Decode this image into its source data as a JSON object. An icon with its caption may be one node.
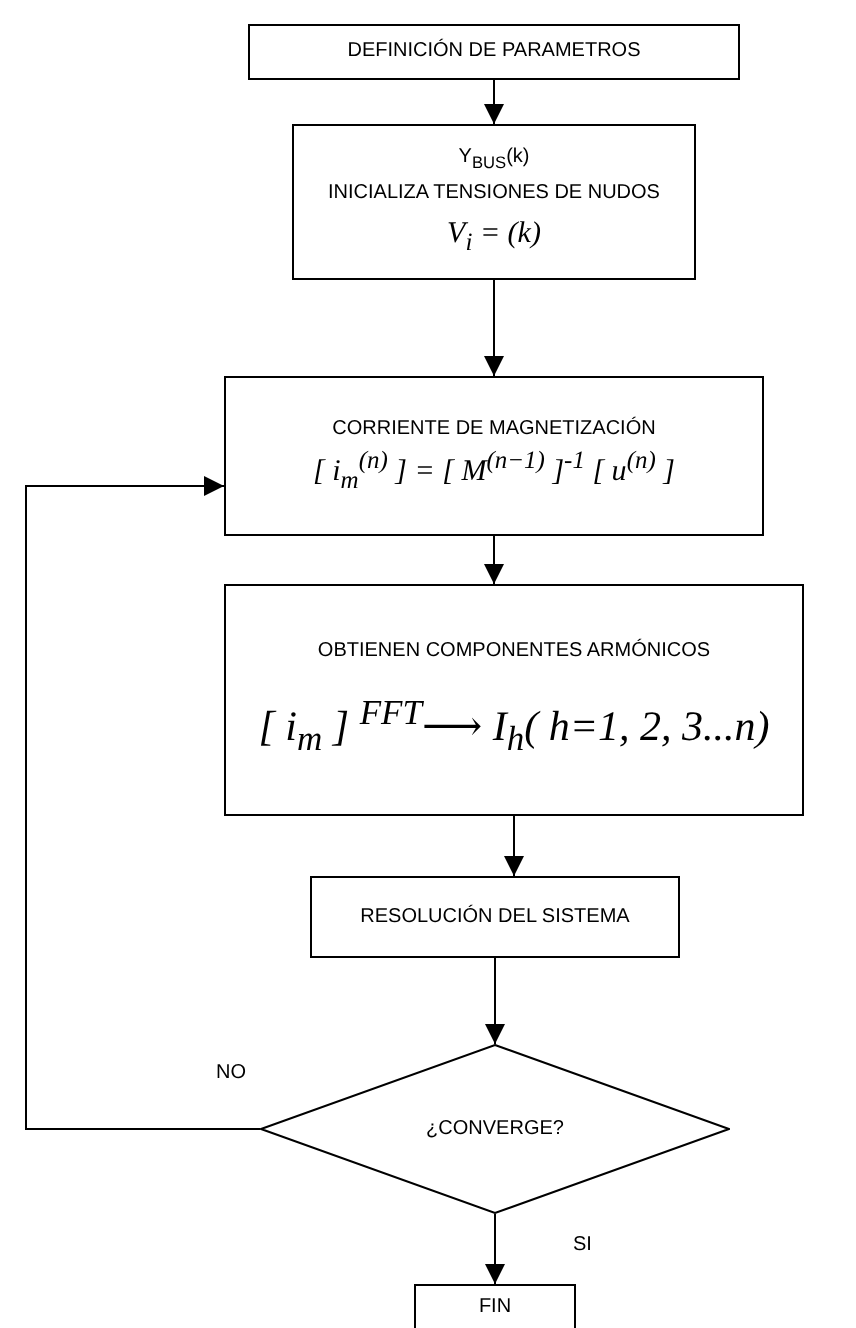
{
  "diagram": {
    "nodes": [
      {
        "text": [
          "DEFINICIÓN DE PARAMETROS"
        ]
      },
      {
        "text": [
          "Y$_{BUS}$(k)",
          "INICIALIZA TENSIONES DE NUDOS",
          "V$_{i}$ = (k)"
        ]
      },
      {
        "text": [
          "CORRIENTE DE MAGNETIZACIÓN",
          "[ i$_{m}$$^{(n)}$ ] = [ M$^{(n−1)}$ ]$^{-1}$ [ u$^{(n)}$ ]"
        ]
      },
      {
        "text": [
          "OBTIENEN COMPONENTES ARMÓNICOS",
          "[ i$_{m}$ ] $^{FFT}$⟶ I$_{h}$( h=1, 2, 3...n)"
        ]
      },
      {
        "text": [
          "RESOLUCIÓN DEL SISTEMA"
        ]
      },
      {
        "text": [
          "¿CONVERGE?"
        ]
      },
      {
        "text": [
          "FIN"
        ]
      }
    ],
    "edges": [
      {
        "from": 0,
        "to": 1,
        "arrow": "to"
      },
      {
        "from": 1,
        "to": 2,
        "arrow": "to"
      },
      {
        "from": 2,
        "to": 3,
        "arrow": "to"
      },
      {
        "from": 3,
        "to": 4,
        "arrow": "to"
      },
      {
        "from": 4,
        "to": 5,
        "arrow": "to"
      },
      {
        "from": 5,
        "to": 6,
        "arrow": "to",
        "label": "SI"
      },
      {
        "from": 5,
        "to": 2,
        "arrow": "to",
        "label": "NO"
      }
    ]
  }
}
